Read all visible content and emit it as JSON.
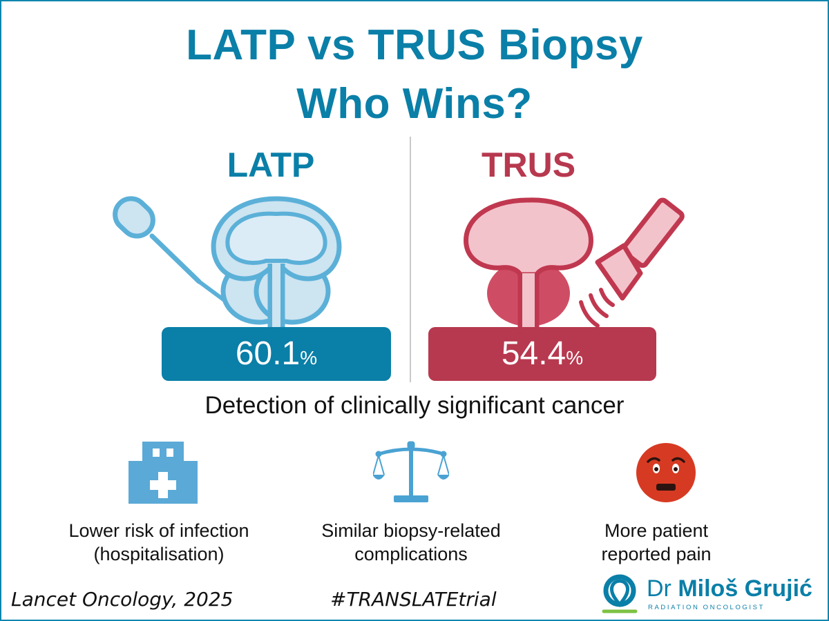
{
  "title": {
    "line1": "LATP vs TRUS Biopsy",
    "line2": "Who Wins?"
  },
  "colors": {
    "latp": "#0a7fa8",
    "trus": "#b7394f",
    "latp_light": "#cde4f1",
    "trus_light": "#f3c3cc"
  },
  "latp": {
    "label": "LATP",
    "value": "60.1",
    "unit": "%"
  },
  "trus": {
    "label": "TRUS",
    "value": "54.4",
    "unit": "%"
  },
  "caption": "Detection of clinically significant cancer",
  "benefits": [
    {
      "icon": "hospital-icon",
      "line1": "Lower risk of infection",
      "line2": "(hospitalisation)"
    },
    {
      "icon": "scales-icon",
      "line1": "Similar biopsy-related",
      "line2": "complications"
    },
    {
      "icon": "worried-face-icon",
      "line1": "More patient",
      "line2": "reported pain"
    }
  ],
  "footer": {
    "citation": "Lancet Oncology, 2025",
    "hashtag": "#TRANSLATEtrial"
  },
  "brand": {
    "prefix": "Dr",
    "name": "Miloš Grujić",
    "subtitle": "RADIATION ONCOLOGIST"
  }
}
